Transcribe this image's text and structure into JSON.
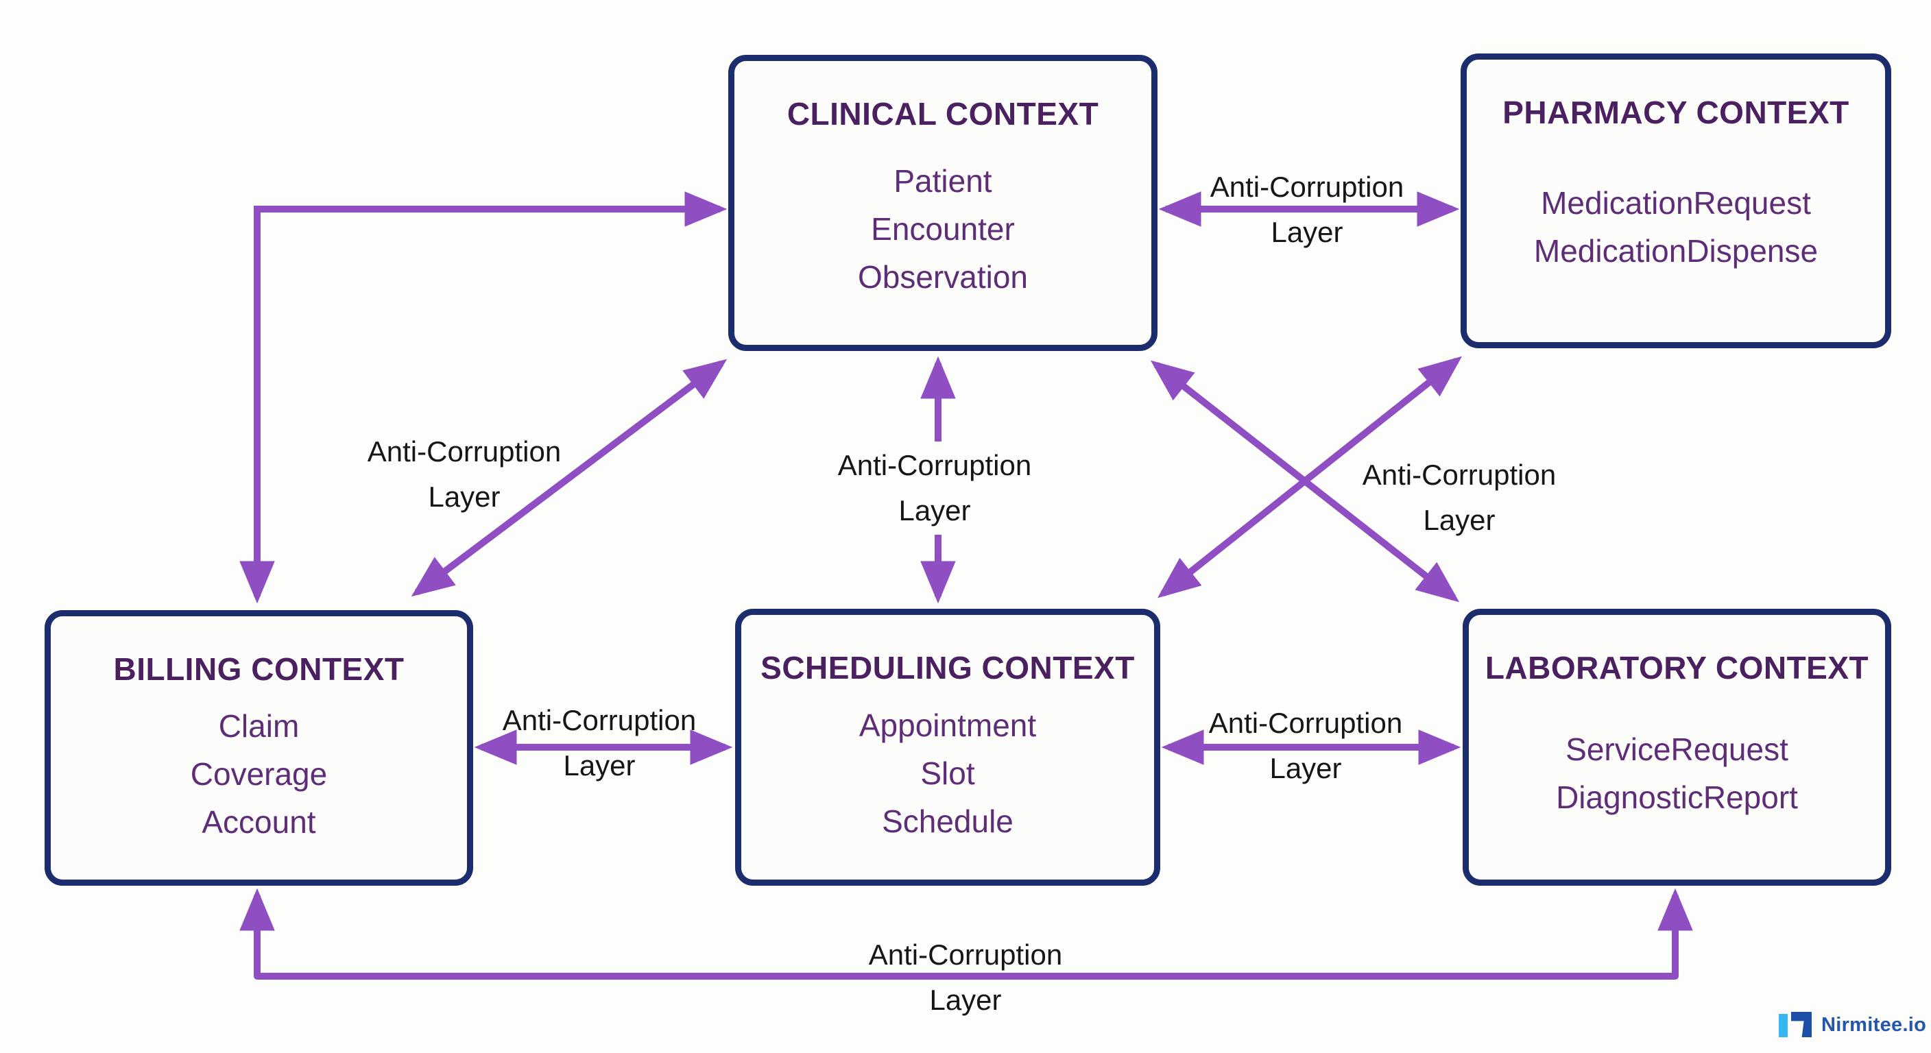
{
  "diagram": {
    "contexts": [
      {
        "id": "clinical",
        "title": "CLINICAL CONTEXT",
        "entities": [
          "Patient",
          "Encounter",
          "Observation"
        ]
      },
      {
        "id": "pharmacy",
        "title": "PHARMACY CONTEXT",
        "entities": [
          "MedicationRequest",
          "MedicationDispense"
        ]
      },
      {
        "id": "billing",
        "title": "BILLING CONTEXT",
        "entities": [
          "Claim",
          "Coverage",
          "Account"
        ]
      },
      {
        "id": "scheduling",
        "title": "SCHEDULING CONTEXT",
        "entities": [
          "Appointment",
          "Slot",
          "Schedule"
        ]
      },
      {
        "id": "laboratory",
        "title": "LABORATORY CONTEXT",
        "entities": [
          "ServiceRequest",
          "DiagnosticReport"
        ]
      }
    ],
    "connections": [
      {
        "id": "clinical-pharmacy",
        "line1": "Anti-Corruption",
        "line2": "Layer"
      },
      {
        "id": "clinical-billing",
        "line1": "Anti-Corruption",
        "line2": "Layer"
      },
      {
        "id": "clinical-scheduling",
        "line1": "Anti-Corruption",
        "line2": "Layer"
      },
      {
        "id": "cross-clinical-laboratory-pharmacy-scheduling",
        "line1": "Anti-Corruption",
        "line2": "Layer"
      },
      {
        "id": "billing-scheduling",
        "line1": "Anti-Corruption",
        "line2": "Layer"
      },
      {
        "id": "scheduling-laboratory",
        "line1": "Anti-Corruption",
        "line2": "Layer"
      },
      {
        "id": "billing-laboratory",
        "line1": "Anti-Corruption",
        "line2": "Layer"
      }
    ],
    "colors": {
      "arrow": "#8f4fc3",
      "box_border": "#1c2d6e",
      "box_fill": "#fcfcfa",
      "title_text": "#4b2060",
      "entity_text": "#5e2d77",
      "label_text": "#161616",
      "logo_blue": "#2456ae",
      "logo_light_blue": "#35b7f0"
    }
  },
  "footer": {
    "logo_text": "Nirmitee.io"
  }
}
